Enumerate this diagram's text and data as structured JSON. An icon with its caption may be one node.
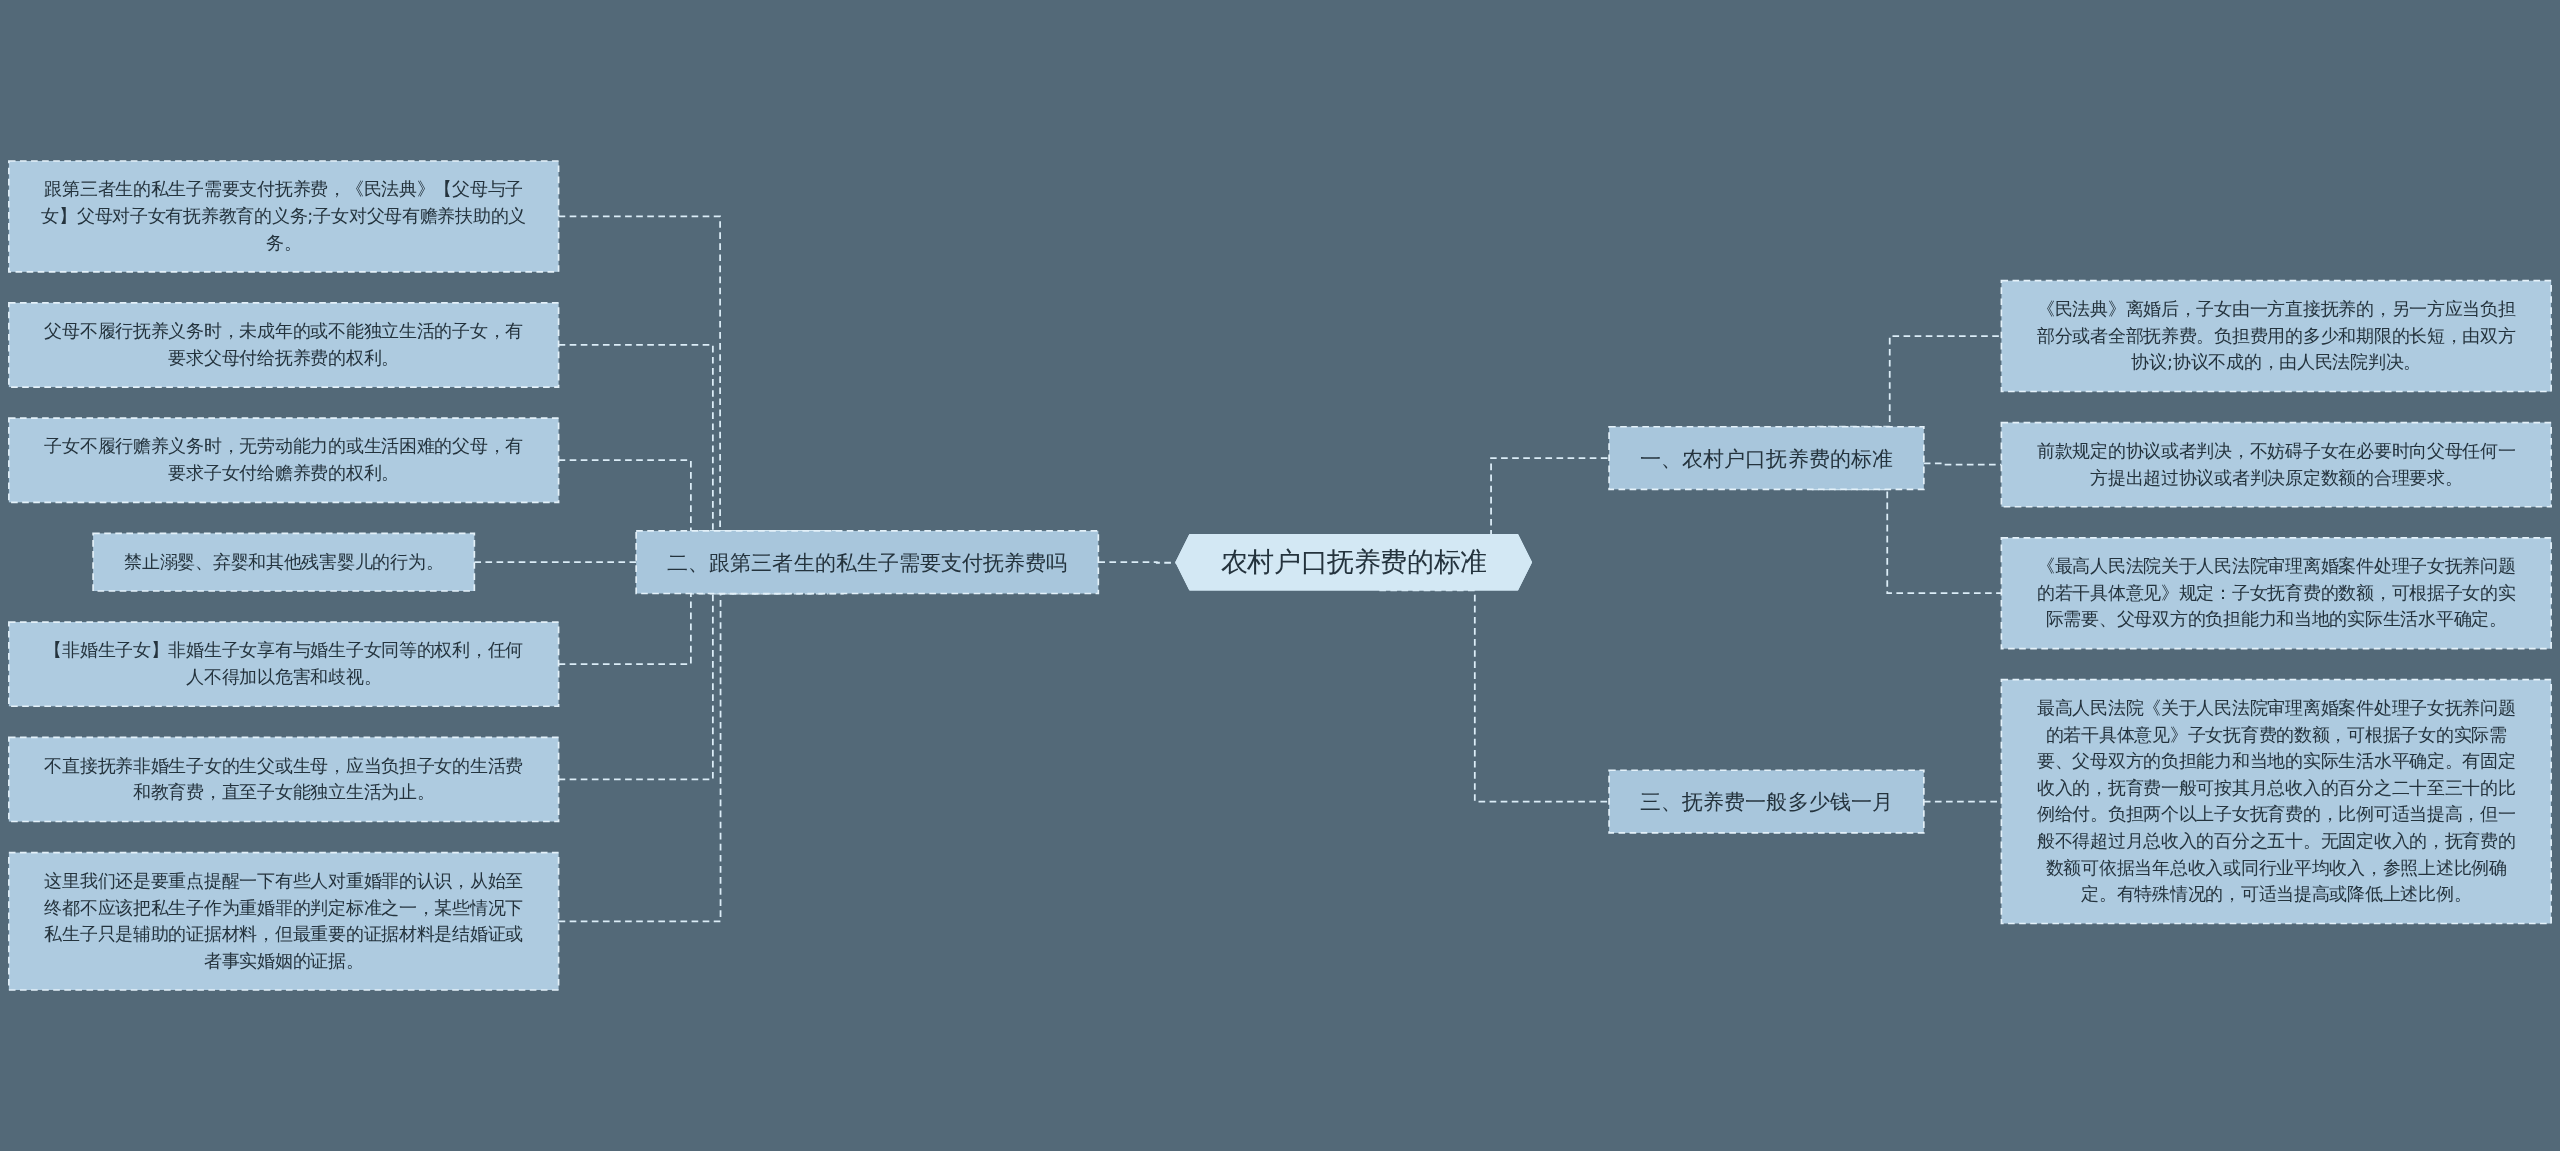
{
  "diagram": {
    "nodes": [
      {
        "text": [
          "农村户口抚养费的标准"
        ]
      },
      {
        "text": [
          "一、农村户口抚养费的标准"
        ]
      },
      {
        "text": [
          "《民法典》离婚后，子女由一方直接抚养的，另一方应当负担部分或者全部抚养费。负担费用的多少和期限的长短，由双方协议;协议不成的，由人民法院判决。"
        ]
      },
      {
        "text": [
          "前款规定的协议或者判决，不妨碍子女在必要时向父母任何一方提出超过协议或者判决原定数额的合理要求。"
        ]
      },
      {
        "text": [
          "《最高人民法院关于人民法院审理离婚案件处理子女抚养问题的若干具体意见》规定：子女抚育费的数额，可根据子女的实际需要、父母双方的负担能力和当地的实际生活水平确定。"
        ]
      },
      {
        "text": [
          "二、跟第三者生的私生子需要支付抚养费吗"
        ]
      },
      {
        "text": [
          "跟第三者生的私生子需要支付抚养费，《民法典》【父母与子女】父母对子女有抚养教育的义务;子女对父母有赡养扶助的义务。"
        ]
      },
      {
        "text": [
          "父母不履行抚养义务时，未成年的或不能独立生活的子女，有要求父母付给抚养费的权利。"
        ]
      },
      {
        "text": [
          "子女不履行赡养义务时，无劳动能力的或生活困难的父母，有要求子女付给赡养费的权利。"
        ]
      },
      {
        "text": [
          "禁止溺婴、弃婴和其他残害婴儿的行为。"
        ]
      },
      {
        "text": [
          "【非婚生子女】非婚生子女享有与婚生子女同等的权利，任何人不得加以危害和歧视。"
        ]
      },
      {
        "text": [
          "不直接抚养非婚生子女的生父或生母，应当负担子女的生活费和教育费，直至子女能独立生活为止。"
        ]
      },
      {
        "text": [
          "这里我们还是要重点提醒一下有些人对重婚罪的认识，从始至终都不应该把私生子作为重婚罪的判定标准之一，某些情况下私生子只是辅助的证据材料，但最重要的证据材料是结婚证或者事实婚姻的证据。"
        ]
      },
      {
        "text": [
          "三、抚养费一般多少钱一月"
        ]
      },
      {
        "text": [
          "最高人民法院《关于人民法院审理离婚案件处理子女抚养问题的若干具体意见》子女抚育费的数额，可根据子女的实际需要、父母双方的负担能力和当地的实际生活水平确定。有固定收入的，抚育费一般可按其月总收入的百分之二十至三十的比例给付。负担两个以上子女抚育费的，比例可适当提高，但一般不得超过月总收入的百分之五十。无固定收入的，抚育费的数额可依据当年总收入或同行业平均收入，参照上述比例确定。有特殊情况的，可适当提高或降低上述比例。"
        ]
      }
    ],
    "edges": [
      {
        "from": 0,
        "to": 1,
        "arrow": "none",
        "style": "dashed"
      },
      {
        "from": 1,
        "to": 2,
        "arrow": "none",
        "style": "dashed"
      },
      {
        "from": 1,
        "to": 3,
        "arrow": "none",
        "style": "dashed"
      },
      {
        "from": 1,
        "to": 4,
        "arrow": "none",
        "style": "dashed"
      },
      {
        "from": 0,
        "to": 5,
        "arrow": "none",
        "style": "dashed"
      },
      {
        "from": 5,
        "to": 6,
        "arrow": "none",
        "style": "dashed"
      },
      {
        "from": 5,
        "to": 7,
        "arrow": "none",
        "style": "dashed"
      },
      {
        "from": 5,
        "to": 8,
        "arrow": "none",
        "style": "dashed"
      },
      {
        "from": 5,
        "to": 9,
        "arrow": "none",
        "style": "dashed"
      },
      {
        "from": 5,
        "to": 10,
        "arrow": "none",
        "style": "dashed"
      },
      {
        "from": 5,
        "to": 11,
        "arrow": "none",
        "style": "dashed"
      },
      {
        "from": 5,
        "to": 12,
        "arrow": "none",
        "style": "dashed"
      },
      {
        "from": 0,
        "to": 13,
        "arrow": "none",
        "style": "dashed"
      },
      {
        "from": 13,
        "to": 14,
        "arrow": "none",
        "style": "dashed"
      }
    ]
  }
}
